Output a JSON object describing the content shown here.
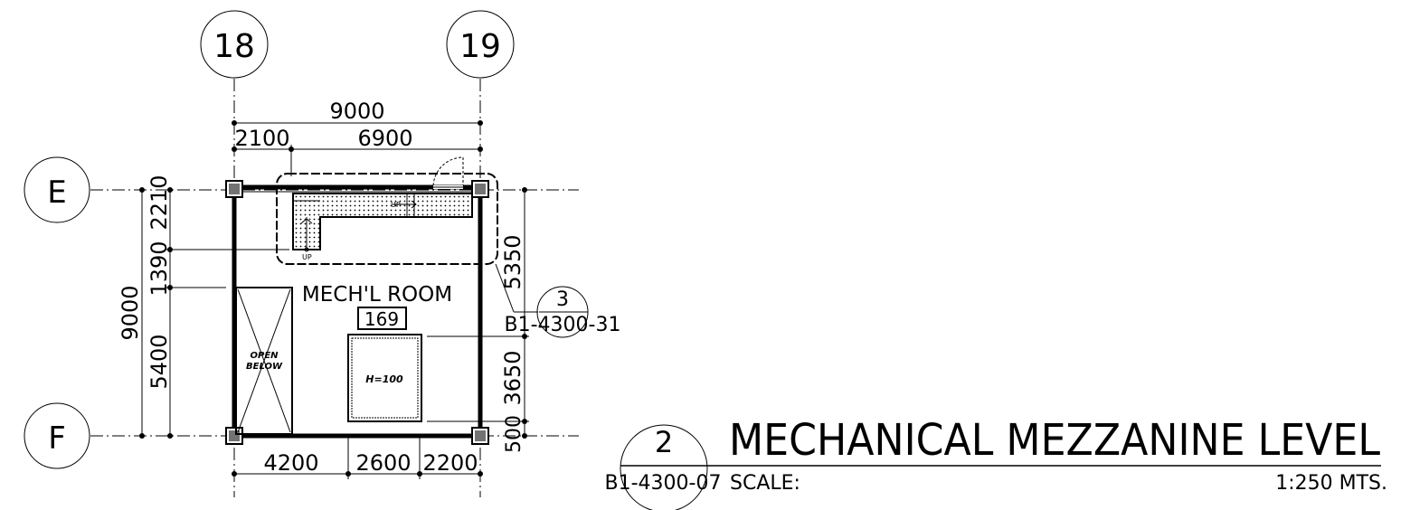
{
  "grid_labels": {
    "col_18": "18",
    "col_19": "19",
    "row_e": "E",
    "row_f": "F"
  },
  "dimensions": {
    "top_total": "9000",
    "top_left": "2100",
    "top_right": "6900",
    "bottom_a": "4200",
    "bottom_b": "2600",
    "bottom_c": "2200",
    "left_total": "9000",
    "left_a": "2210",
    "left_b": "1390",
    "left_c": "5400",
    "right_a": "5350",
    "right_b": "3650",
    "right_c": "500"
  },
  "room": {
    "name": "MECH'L ROOM",
    "number": "169"
  },
  "plan_notes": {
    "open_below_line1": "OPEN",
    "open_below_line2": "BELOW",
    "equipment": "H=100",
    "stair_up_1": "UP",
    "stair_up_2": "UP"
  },
  "section_callout": {
    "number": "3",
    "sheet": "B1-4300-31"
  },
  "title_block": {
    "drawing_number": "2",
    "sheet": "B1-4300-07",
    "title": "MECHANICAL MEZZANINE LEVEL",
    "scale_label": "SCALE:",
    "scale_value": "1:250 MTS."
  },
  "colors": {
    "ink": "#000000",
    "paper": "#ffffff"
  }
}
